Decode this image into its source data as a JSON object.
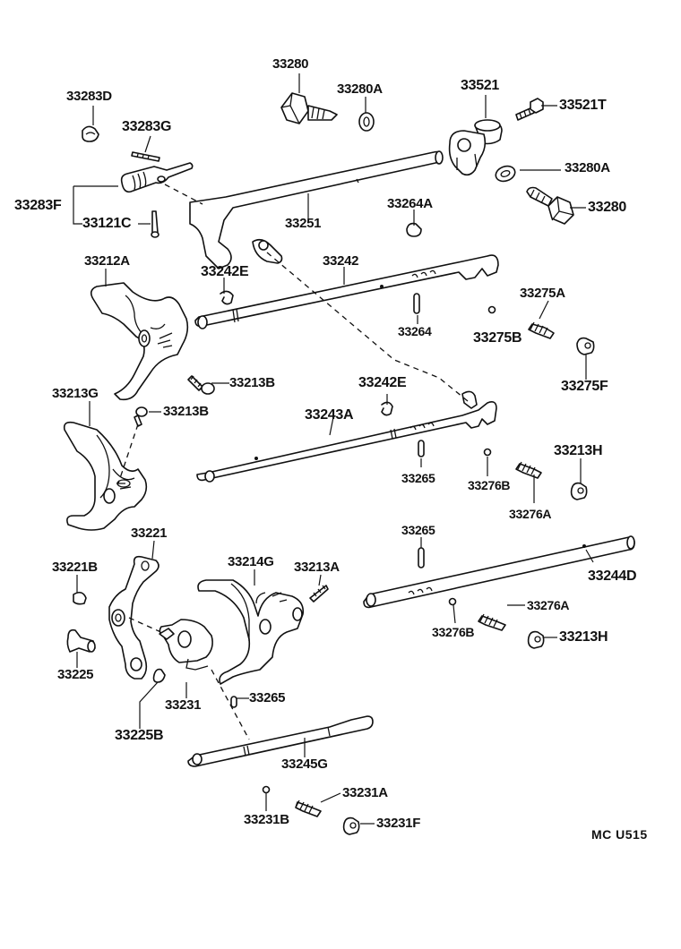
{
  "diagram_code": "MC U515",
  "labels": {
    "p33280_top": "33280",
    "p33280A_top": "33280A",
    "p33521": "33521",
    "p33521T": "33521T",
    "p33283D": "33283D",
    "p33283G": "33283G",
    "p33283F": "33283F",
    "p33121C": "33121C",
    "p33251": "33251",
    "p33264A": "33264A",
    "p33280A_right": "33280A",
    "p33280_right": "33280",
    "p33212A": "33212A",
    "p33242E_top": "33242E",
    "p33242": "33242",
    "p33275A": "33275A",
    "p33264": "33264",
    "p33275B": "33275B",
    "p33275F": "33275F",
    "p33213B_a": "33213B",
    "p33213G": "33213G",
    "p33213B_b": "33213B",
    "p33242E_mid": "33242E",
    "p33243A": "33243A",
    "p33213H_top": "33213H",
    "p33265_a": "33265",
    "p33276B_a": "33276B",
    "p33276A_a": "33276A",
    "p33221": "33221",
    "p33265_b": "33265",
    "p33214G": "33214G",
    "p33213A": "33213A",
    "p33221B": "33221B",
    "p33244D": "33244D",
    "p33276A_b": "33276A",
    "p33276B_b": "33276B",
    "p33213H_bot": "33213H",
    "p33225": "33225",
    "p33231": "33231",
    "p33265_c": "33265",
    "p33225B": "33225B",
    "p33245G": "33245G",
    "p33231A": "33231A",
    "p33231B": "33231B",
    "p33231F": "33231F"
  }
}
